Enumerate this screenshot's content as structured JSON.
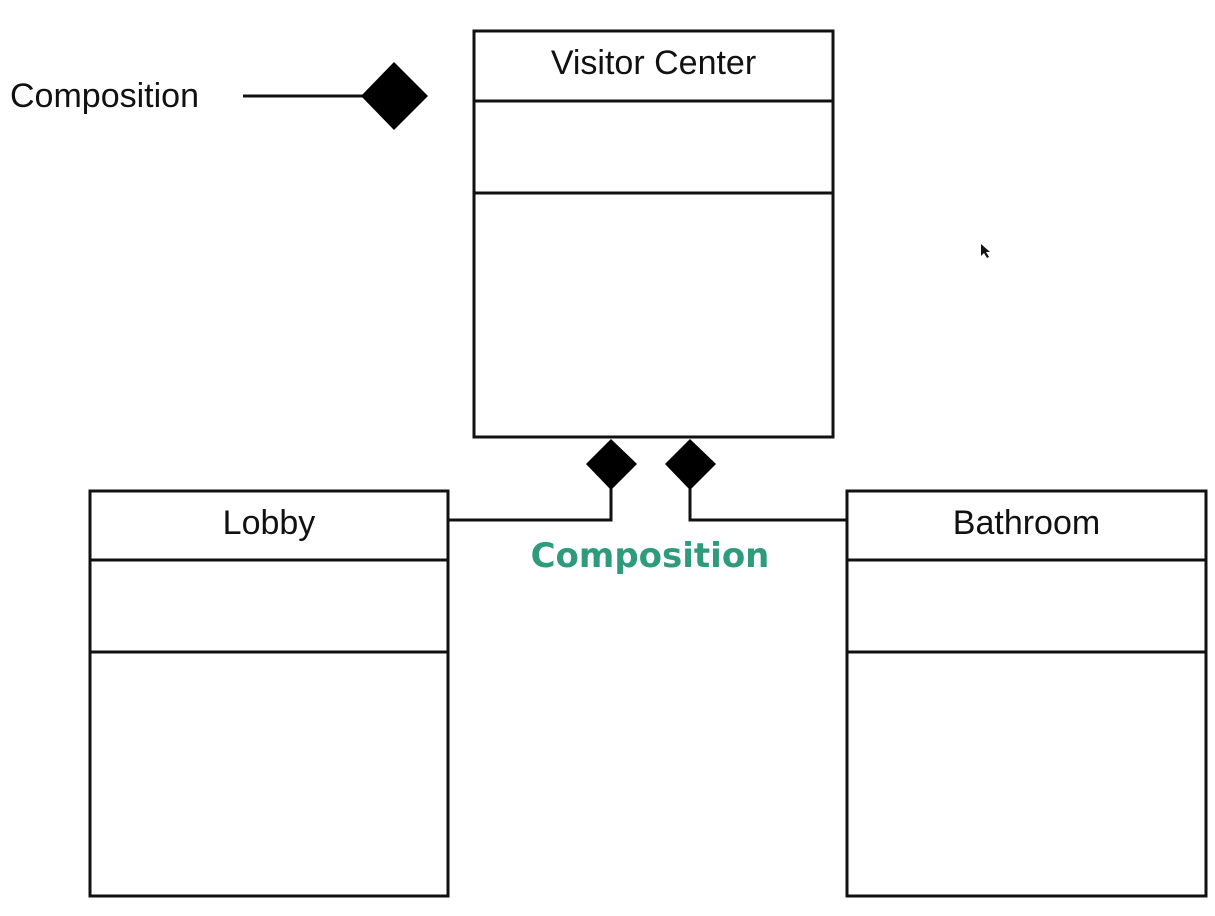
{
  "legend": {
    "label": "Composition"
  },
  "classes": [
    {
      "id": "visitor-center",
      "name": "Visitor Center"
    },
    {
      "id": "lobby",
      "name": "Lobby"
    },
    {
      "id": "bathroom",
      "name": "Bathroom"
    }
  ],
  "relationships": [
    {
      "type": "composition",
      "whole": "Visitor Center",
      "part": "Lobby"
    },
    {
      "type": "composition",
      "whole": "Visitor Center",
      "part": "Bathroom"
    }
  ],
  "annotation": {
    "label": "Composition",
    "color": "#2e9c7c"
  },
  "colors": {
    "line": "#111111",
    "diamond": "#000000",
    "background": "#ffffff"
  }
}
